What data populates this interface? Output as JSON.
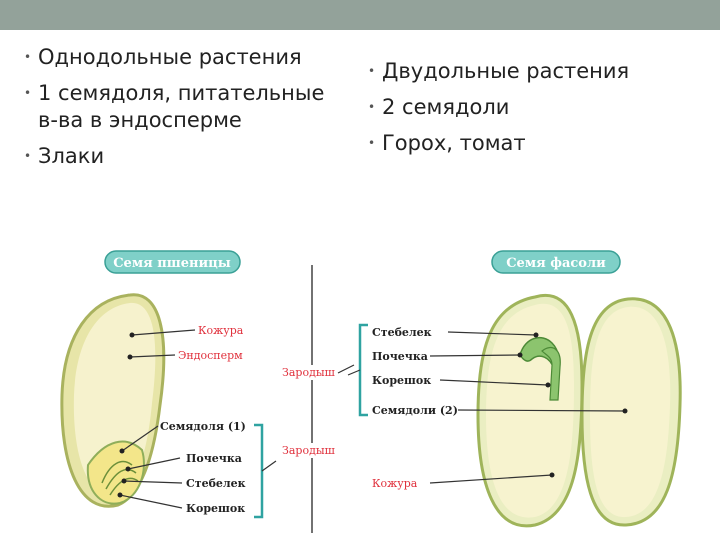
{
  "left_list": [
    "Однодольные растения",
    "1 семядоля, питательные в-ва в эндосперме",
    "Злаки"
  ],
  "right_list": [
    "Двудольные растения",
    "2 семядоли",
    "Горох, томат"
  ],
  "figure": {
    "wheat": {
      "title": "Семя пшеницы",
      "labels": {
        "husk": "Кожура",
        "endosperm": "Эндосперм",
        "cotyledon": "Семядоля (1)",
        "bud": "Почечка",
        "stem": "Стебелек",
        "root": "Корешок"
      }
    },
    "embryo_label_top": "Зародыш",
    "embryo_label_bottom": "Зародыш",
    "bean": {
      "title": "Семя фасоли",
      "labels": {
        "stem": "Стебелек",
        "bud": "Почечка",
        "root": "Корешок",
        "cotyledons": "Семядоли (2)",
        "husk": "Кожура"
      }
    },
    "colors": {
      "title_fill": "#7fd0c8",
      "title_text": "#ffffff",
      "red_label": "#e0303c",
      "dark_label": "#222222",
      "seed_fill": "#f5f1c8",
      "husk_green": "#9fb45a"
    }
  }
}
